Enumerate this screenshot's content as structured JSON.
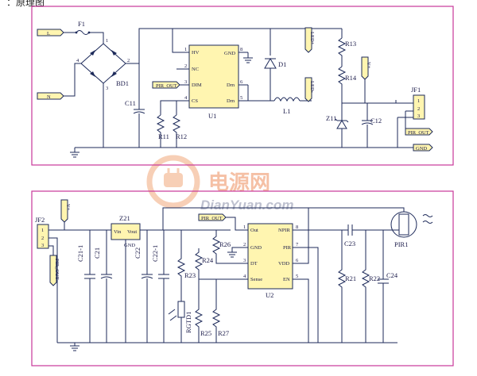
{
  "header": {
    "caption": "：原理图"
  },
  "watermark": {
    "cn": "电源网",
    "en": "DianYuan.com"
  },
  "top": {
    "nets": {
      "live": "L",
      "neutral": "N",
      "gnd": "GND",
      "pir_out_a": "PIR_OUT",
      "pir_out_b": "PIR_OUT",
      "led_plus": "LED+",
      "led_minus": "LED-",
      "vcc": "V+"
    },
    "fuse": "F1",
    "bridge": {
      "ref": "BD1",
      "pins": [
        "1",
        "2",
        "3",
        "4"
      ]
    },
    "ic": {
      "ref": "U1",
      "left_pins": [
        {
          "num": "1",
          "name": "HV"
        },
        {
          "num": "2",
          "name": "NC"
        },
        {
          "num": "3",
          "name": "DIM"
        },
        {
          "num": "4",
          "name": "CS"
        }
      ],
      "right_pins": [
        {
          "num": "8",
          "name": "GND"
        },
        {
          "num": "6",
          "name": "Drn"
        },
        {
          "num": "5",
          "name": "Drn"
        }
      ]
    },
    "parts": {
      "c_in": "C11",
      "r_cs1": "R11",
      "r_cs2": "R12",
      "diode": "D1",
      "inductor": "L1",
      "r_top": "R13",
      "r_mid": "R14",
      "zener": "Z11",
      "c_out": "C12"
    },
    "connector": {
      "ref": "JF1",
      "pins": [
        "1",
        "2",
        "3"
      ]
    }
  },
  "bottom": {
    "nets": {
      "vcc": "V+",
      "pir_out_in": "PIR_OUT",
      "pir_out_ic": "PIR_OUT"
    },
    "connector": {
      "ref": "JF2",
      "pins": [
        "1",
        "2",
        "3"
      ]
    },
    "regulator": {
      "ref": "Z21",
      "vin": "Vin",
      "vout": "Vout",
      "gnd": "GND"
    },
    "ic": {
      "ref": "U2",
      "left_pins": [
        {
          "num": "1",
          "name": "Out"
        },
        {
          "num": "2",
          "name": "GND"
        },
        {
          "num": "3",
          "name": "DT"
        },
        {
          "num": "4",
          "name": "Sense"
        }
      ],
      "right_pins": [
        {
          "num": "8",
          "name": "NPIR"
        },
        {
          "num": "7",
          "name": "PIR"
        },
        {
          "num": "6",
          "name": "VDD"
        },
        {
          "num": "5",
          "name": "EN"
        }
      ]
    },
    "parts": {
      "c1": "C21-1",
      "c2": "C21",
      "c3": "C22",
      "c4": "C22-1",
      "r23": "R23",
      "r24": "R24",
      "r25": "R25",
      "r26": "R26",
      "r27": "R27",
      "r21": "R21",
      "r22": "R22",
      "c23": "C23",
      "c24": "C24",
      "photo": "RGTD1",
      "pir": "PIR1"
    }
  }
}
